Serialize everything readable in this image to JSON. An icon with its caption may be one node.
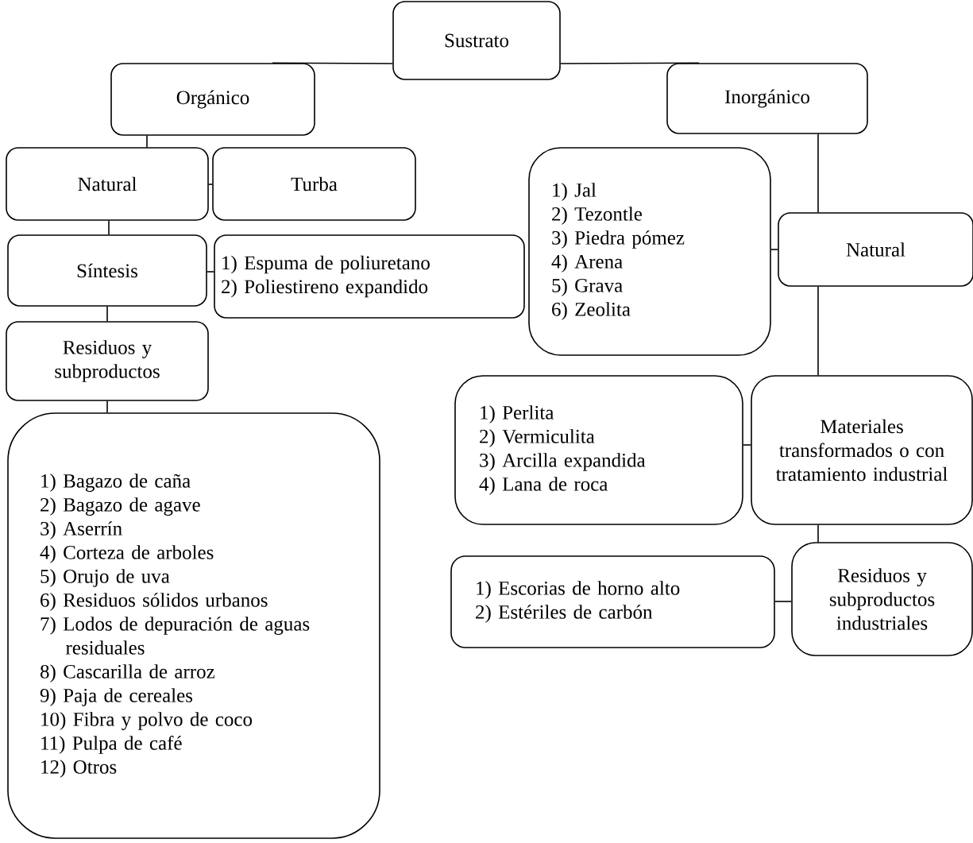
{
  "diagram": {
    "nodes": [
      {
        "text": [
          "Sustrato"
        ]
      },
      {
        "text": [
          "Orgánico"
        ]
      },
      {
        "text": [
          "Inorgánico"
        ]
      },
      {
        "text": [
          "Natural"
        ]
      },
      {
        "text": [
          "Turba"
        ]
      },
      {
        "text": [
          "Síntesis"
        ]
      },
      {
        "text": [
          "1) Espuma de poliuretano",
          "2) Poliestireno expandido"
        ]
      },
      {
        "text": [
          "Residuos y subproductos"
        ]
      },
      {
        "text": [
          "1) Bagazo de caña",
          "2) Bagazo de agave",
          "3) Aserrín",
          "4) Corteza de arboles",
          "5) Orujo de uva",
          "6) Residuos sólidos urbanos",
          "7) Lodos de depuración de aguas residuales",
          "8) Cascarilla de arroz",
          "9) Paja de cereales",
          "10) Fibra y polvo de coco",
          "11) Pulpa de café",
          "12) Otros"
        ]
      },
      {
        "text": [
          "1) Jal",
          "2) Tezontle",
          "3) Piedra pómez",
          "4) Arena",
          "5) Grava",
          "6) Zeolita"
        ]
      },
      {
        "text": [
          "Natural"
        ]
      },
      {
        "text": [
          "1) Perlita",
          "2) Vermiculita",
          "3) Arcilla expandida",
          "4) Lana de roca"
        ]
      },
      {
        "text": [
          "Materiales transformados o con tratamiento industrial"
        ]
      },
      {
        "text": [
          "Residuos y subproductos industriales"
        ]
      },
      {
        "text": [
          "1) Escorias de horno alto",
          "2) Estériles de carbón"
        ]
      }
    ],
    "edges": [
      {
        "from": 0,
        "to": 1,
        "arrow": "none"
      },
      {
        "from": 0,
        "to": 2,
        "arrow": "none"
      },
      {
        "from": 1,
        "to": 3,
        "arrow": "none"
      },
      {
        "from": 3,
        "to": 4,
        "arrow": "none"
      },
      {
        "from": 3,
        "to": 5,
        "arrow": "none"
      },
      {
        "from": 5,
        "to": 6,
        "arrow": "none"
      },
      {
        "from": 5,
        "to": 7,
        "arrow": "none"
      },
      {
        "from": 7,
        "to": 8,
        "arrow": "none"
      },
      {
        "from": 2,
        "to": 10,
        "arrow": "none"
      },
      {
        "from": 10,
        "to": 9,
        "arrow": "none"
      },
      {
        "from": 10,
        "to": 12,
        "arrow": "none"
      },
      {
        "from": 12,
        "to": 11,
        "arrow": "none"
      },
      {
        "from": 12,
        "to": 13,
        "arrow": "none"
      },
      {
        "from": 13,
        "to": 14,
        "arrow": "none"
      }
    ]
  }
}
